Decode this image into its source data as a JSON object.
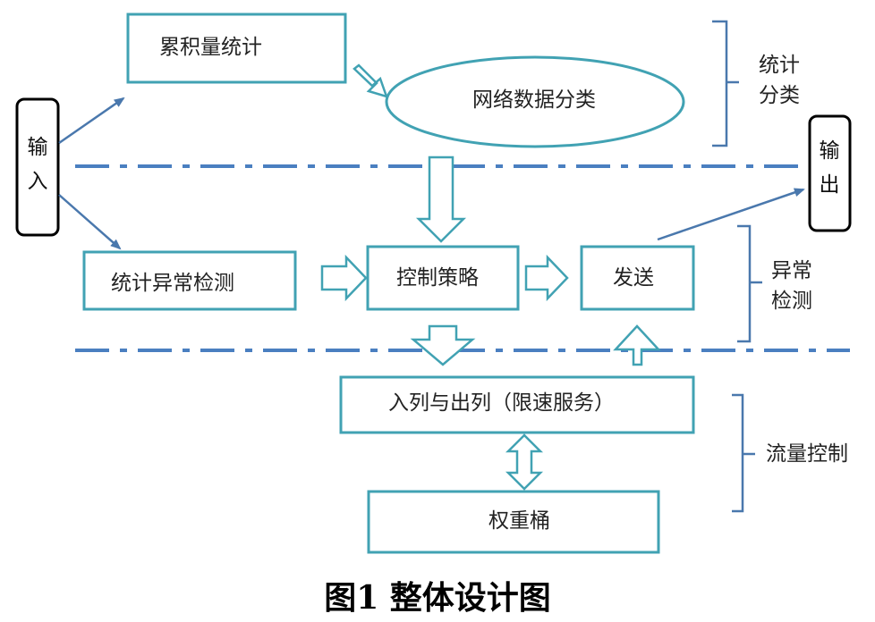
{
  "nodes": {
    "cumulative": "累积量统计",
    "classify": "网络数据分类",
    "input": [
      "输",
      "入"
    ],
    "output": [
      "输",
      "出"
    ],
    "anomaly_stat": "统计异常检测",
    "control": "控制策略",
    "send": "发送",
    "queue": "入列与出列（限速服务）",
    "bucket": "权重桶"
  },
  "groups": {
    "stat_classify": [
      "统计",
      "分类"
    ],
    "anomaly": [
      "异常",
      "检测"
    ],
    "flow": "流量控制"
  },
  "caption": "图1   整体设计图",
  "colors": {
    "box": "#41a2b3",
    "line": "#4a78ad",
    "dash": "#4a7fc0",
    "border": "#000000"
  }
}
